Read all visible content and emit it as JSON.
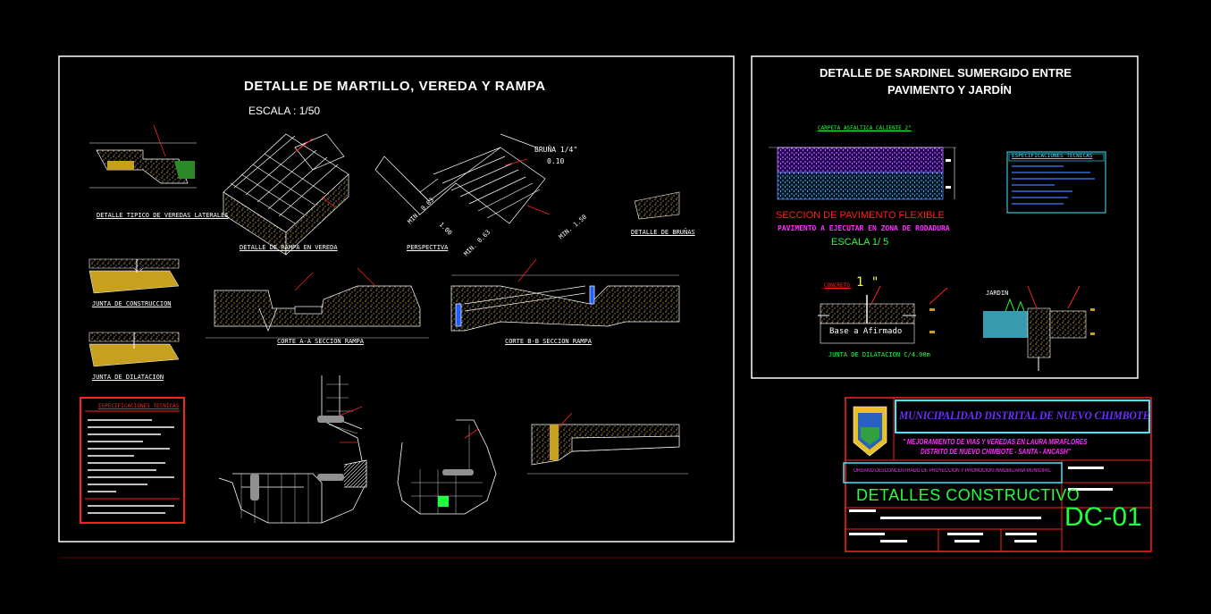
{
  "sheet1": {
    "title": "DETALLE DE MARTILLO,  VEREDA Y  RAMPA",
    "scale": "ESCALA :  1/50",
    "labels": {
      "vereda_laterales": "DETALLE TIPICO DE VEREDAS LATERALES",
      "rampa_en_vereda": "DETALLE DE RAMPA EN VEREDA",
      "perspectiva": "PERSPECTIVA",
      "brunas": "DETALLE DE BRUÑAS",
      "junta_construccion": "JUNTA DE CONSTRUCCION",
      "junta_dilatacion": "JUNTA DE DILATACION",
      "corte_aa": "CORTE A-A SECCION RAMPA",
      "corte_bb": "CORTE B-B SECCION RAMPA",
      "bruna": "BRUÑA 1/4\"",
      "dim_010": "0.10",
      "dim_063": "MIN. 0.63",
      "dim_100": "1.00",
      "dim_063b": "MIN. 0.63",
      "dim_150": "MIN. 1.50"
    },
    "specs_title": "ESPECIFICACIONES TECNICAS"
  },
  "sheet2": {
    "title_line1": "DETALLE DE SARDINEL SUMERGIDO ENTRE",
    "title_line2": "PAVIMENTO Y JARDÍN",
    "carpeta": "CARPETA ASFALTICA CALIENTE 2\"",
    "specs_title": "ESPECIFICACIONES TECNICAS",
    "seccion": "SECCION DE PAVIMENTO FLEXIBLE",
    "pavimento": "PAVIMENTO A EJECUTAR EN ZONA DE RODADURA",
    "escala": "ESCALA 1/ 5",
    "inch": "1 \"",
    "concreto": "CONCRETO",
    "base": "Base a Afirmado",
    "junta": "JUNTA DE DILATACION C/4.00m",
    "jardin": "JARDIN"
  },
  "title_block": {
    "municipality": "MUNICIPALIDAD DISTRITAL DE NUEVO CHIMBOTE",
    "project_line1": "\" MEJORAMIENTO DE VIAS Y VEREDAS EN LAURA MIRAFLORES",
    "project_line2": "DISTRITO DE NUEVO CHIMBOTE - SANTA - ANCASH\"",
    "organ": "ORGANO DESCONCENTRADO DE PROYECCION Y PROMOCION INMOBILIARIA MUNICIPAL",
    "sheet_title": "DETALLES CONSTRUCTIVO",
    "sheet_code": "DC-01"
  }
}
